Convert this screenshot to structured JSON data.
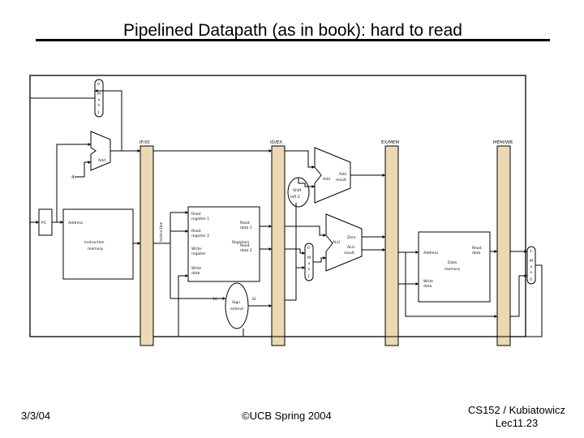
{
  "title": "Pipelined Datapath (as in book): hard to read",
  "footer": {
    "date": "3/3/04",
    "copyright": "©UCB Spring 2004",
    "course": "CS152 / Kubiatowicz",
    "lecture": "Lec11.23"
  },
  "diagram": {
    "pipeline_registers": [
      "IF/ID",
      "ID/EX",
      "EX/MEM",
      "MEM/WB"
    ],
    "blocks": {
      "instruction_memory": [
        "Instruction",
        "memory"
      ],
      "pc": "PC",
      "address": "Address",
      "registers": {
        "read_reg1": [
          "Read",
          "register 1"
        ],
        "read_reg2": [
          "Read",
          "register 2"
        ],
        "write_reg": [
          "Write",
          "register"
        ],
        "write_data": [
          "Write",
          "data"
        ],
        "read_data1": [
          "Read",
          "data 1"
        ],
        "read_data2": [
          "Read",
          "data 2"
        ],
        "registers": "Registers"
      },
      "instruction_vertical": "Instruction",
      "add_pc": "Add",
      "const_4": "4",
      "add_branch": "Add",
      "add_result": [
        "Add",
        "result"
      ],
      "shift_left": [
        "Shift",
        "left 2"
      ],
      "alu": "ALU",
      "zero": "Zero",
      "alu_result": [
        "ALU",
        "result"
      ],
      "data_memory": {
        "address": "Address",
        "read_data": [
          "Read",
          "data"
        ],
        "data_memory": [
          "Data",
          "memory"
        ],
        "write_data": [
          "Write",
          "data"
        ]
      },
      "sign_extend": [
        "Sign",
        "extend"
      ],
      "bits_16": "16",
      "bits_32": "32",
      "mux_letters": [
        "M",
        "u",
        "x"
      ],
      "mux_inputs": [
        "0",
        "1"
      ]
    }
  }
}
